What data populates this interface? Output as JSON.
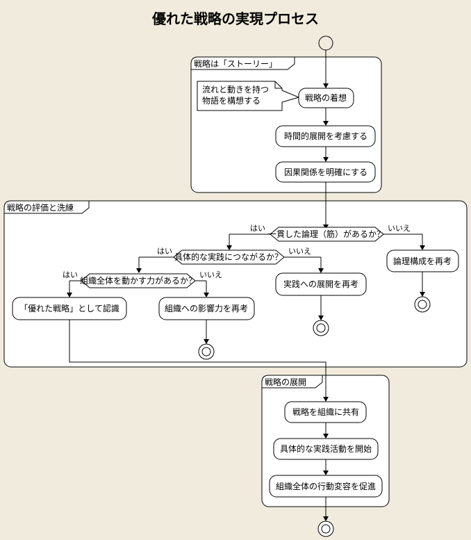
{
  "title": "優れた戦略の実現プロセス",
  "groups": {
    "story": "戦略は「ストーリー」",
    "evaluate": "戦略の評価と洗練",
    "deploy": "戦略の展開"
  },
  "activities": {
    "conceive": "戦略の着想",
    "temporal": "時間的展開を考慮する",
    "causal": "因果関係を明確にする",
    "recheck_logic": "論理構成を再考",
    "recheck_practice": "実践への展開を再考",
    "recognized": "「優れた戦略」として認識",
    "recheck_influence": "組織への影響力を再考",
    "share": "戦略を組織に共有",
    "start": "具体的な実践活動を開始",
    "change": "組織全体の行動変容を促進"
  },
  "note": [
    "流れと動きを持つ",
    "物語を構想する"
  ],
  "decisions": {
    "d1": "一貫した論理（筋）があるか？",
    "d2": "具体的な実践につながるか？",
    "d3": "組織全体を動かす力があるか？"
  },
  "branch": {
    "yes": "はい",
    "no": "いいえ"
  }
}
